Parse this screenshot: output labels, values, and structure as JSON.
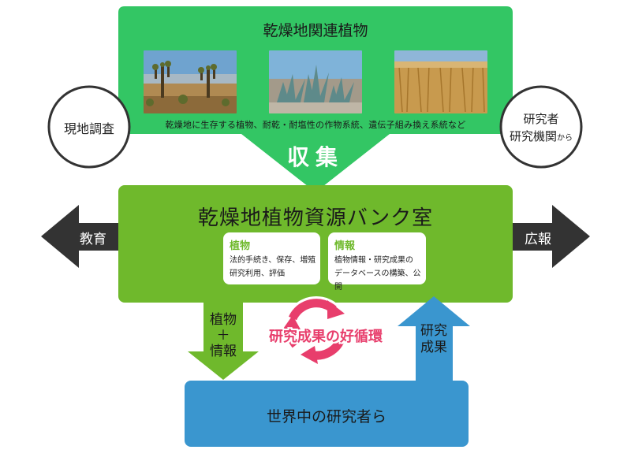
{
  "top": {
    "title": "乾燥地関連植物",
    "photos": [
      "joshua-tree-desert",
      "agave-plants",
      "wheat-field"
    ],
    "caption": "乾燥地に生存する植物、耐乾・耐塩性の作物系統、遺伝子組み換え系統など"
  },
  "collect_label": "収集",
  "left_circle": {
    "label": "現地調査"
  },
  "right_circle": {
    "line1": "研究者",
    "line2": "研究機関",
    "suffix": "から"
  },
  "bank": {
    "title": "乾燥地植物資源バンク室",
    "plants_card": {
      "heading": "植物",
      "line1": "法的手続き、保存、増殖",
      "line2": "研究利用、評価"
    },
    "info_card": {
      "heading": "情報",
      "line1": "植物情報・研究成果の",
      "line2": "データベースの構築、公開"
    }
  },
  "left_arrow_label": "教育",
  "right_arrow_label": "広報",
  "down_arrow": {
    "line1": "植物",
    "line2": "＋",
    "line3": "情報"
  },
  "up_arrow": {
    "line1": "研究",
    "line2": "成果"
  },
  "cycle_label": "研究成果の好循環",
  "bottom": {
    "label": "世界中の研究者ら"
  },
  "colors": {
    "top_green": "#33c664",
    "bank_green": "#6fb92c",
    "bottom_blue": "#3a96cf",
    "side_arrow": "#333333",
    "cycle_pink": "#e83e6c",
    "card_heading": "#6fb92c"
  }
}
